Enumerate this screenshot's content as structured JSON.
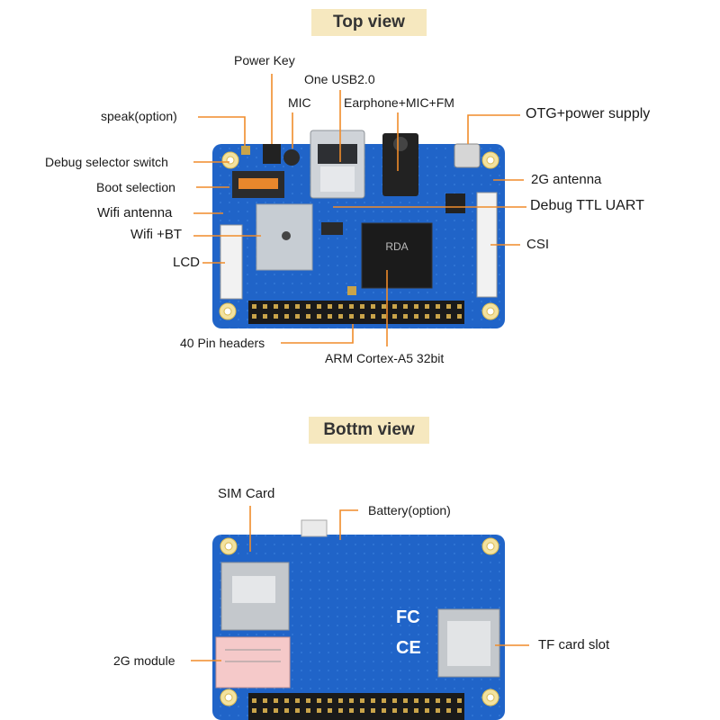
{
  "top_view": {
    "title": "Top view",
    "labels": {
      "power_key": "Power Key",
      "usb": "One USB2.0",
      "mic": "MIC",
      "earphone": "Earphone+MIC+FM",
      "speak": "speak(option)",
      "otg": "OTG+power supply",
      "debug_selector": "Debug selector switch",
      "boot_selection": "Boot selection",
      "antenna_2g": "2G antenna",
      "wifi_antenna": "Wifi antenna",
      "debug_ttl": "Debug TTL UART",
      "wifi_bt": "Wifi +BT",
      "csi": "CSI",
      "lcd": "LCD",
      "pin_headers": "40 Pin headers",
      "arm": "ARM Cortex-A5 32bit"
    }
  },
  "bottom_view": {
    "title": "Bottm view",
    "labels": {
      "sim_card": "SIM Card",
      "battery": "Battery(option)",
      "module_2g": "2G module",
      "tf_card": "TF card slot"
    }
  },
  "colors": {
    "board": "#2064c8",
    "leader_line": "#f08c2a",
    "banner": "#f6e8bf",
    "header_pin": "#1a1a1a"
  }
}
